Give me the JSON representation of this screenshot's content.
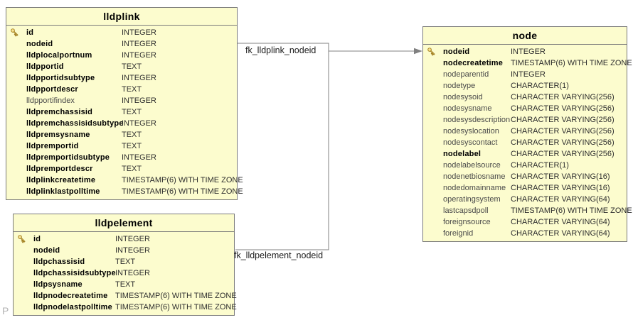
{
  "diagram": {
    "watermark": "P",
    "colors": {
      "background": "#ffffff",
      "table_fill": "#fcfcce",
      "table_border": "#7a7a7a",
      "line": "#808080",
      "text": "#000000",
      "nullable_text": "#4a4a4a",
      "type_text": "#2e2e2e",
      "pk_gold": "#c9a227",
      "watermark": "#b3b3b3"
    },
    "relationships": [
      {
        "label": "fk_lldplink_nodeid",
        "from": "lldplink.nodeid",
        "to": "node.nodeid"
      },
      {
        "label": "fk_lldpelement_nodeid",
        "from": "lldpelement.nodeid",
        "to": "node.nodeid"
      }
    ],
    "tables": [
      {
        "id": "lldplink",
        "title": "lldplink",
        "columns": [
          {
            "name": "id",
            "type": "INTEGER",
            "pk": true
          },
          {
            "name": "nodeid",
            "type": "INTEGER"
          },
          {
            "name": "lldplocalportnum",
            "type": "INTEGER"
          },
          {
            "name": "lldpportid",
            "type": "TEXT"
          },
          {
            "name": "lldpportidsubtype",
            "type": "INTEGER"
          },
          {
            "name": "lldpportdescr",
            "type": "TEXT"
          },
          {
            "name": "lldpportifindex",
            "type": "INTEGER",
            "nullable": true
          },
          {
            "name": "lldpremchassisid",
            "type": "TEXT"
          },
          {
            "name": "lldpremchassisidsubtype",
            "type": "INTEGER"
          },
          {
            "name": "lldpremsysname",
            "type": "TEXT"
          },
          {
            "name": "lldpremportid",
            "type": "TEXT"
          },
          {
            "name": "lldpremportidsubtype",
            "type": "INTEGER"
          },
          {
            "name": "lldpremportdescr",
            "type": "TEXT"
          },
          {
            "name": "lldplinkcreatetime",
            "type": "TIMESTAMP(6) WITH TIME ZONE"
          },
          {
            "name": "lldplinklastpolltime",
            "type": "TIMESTAMP(6) WITH TIME ZONE"
          }
        ]
      },
      {
        "id": "lldpelement",
        "title": "lldpelement",
        "columns": [
          {
            "name": "id",
            "type": "INTEGER",
            "pk": true
          },
          {
            "name": "nodeid",
            "type": "INTEGER"
          },
          {
            "name": "lldpchassisid",
            "type": "TEXT"
          },
          {
            "name": "lldpchassisidsubtype",
            "type": "INTEGER"
          },
          {
            "name": "lldpsysname",
            "type": "TEXT"
          },
          {
            "name": "lldpnodecreatetime",
            "type": "TIMESTAMP(6) WITH TIME ZONE"
          },
          {
            "name": "lldpnodelastpolltime",
            "type": "TIMESTAMP(6) WITH TIME ZONE"
          }
        ]
      },
      {
        "id": "node",
        "title": "node",
        "columns": [
          {
            "name": "nodeid",
            "type": "INTEGER",
            "pk": true
          },
          {
            "name": "nodecreatetime",
            "type": "TIMESTAMP(6) WITH TIME ZONE"
          },
          {
            "name": "nodeparentid",
            "type": "INTEGER",
            "nullable": true
          },
          {
            "name": "nodetype",
            "type": "CHARACTER(1)",
            "nullable": true
          },
          {
            "name": "nodesysoid",
            "type": "CHARACTER VARYING(256)",
            "nullable": true
          },
          {
            "name": "nodesysname",
            "type": "CHARACTER VARYING(256)",
            "nullable": true
          },
          {
            "name": "nodesysdescription",
            "type": "CHARACTER VARYING(256)",
            "nullable": true
          },
          {
            "name": "nodesyslocation",
            "type": "CHARACTER VARYING(256)",
            "nullable": true
          },
          {
            "name": "nodesyscontact",
            "type": "CHARACTER VARYING(256)",
            "nullable": true
          },
          {
            "name": "nodelabel",
            "type": "CHARACTER VARYING(256)"
          },
          {
            "name": "nodelabelsource",
            "type": "CHARACTER(1)",
            "nullable": true
          },
          {
            "name": "nodenetbiosname",
            "type": "CHARACTER VARYING(16)",
            "nullable": true
          },
          {
            "name": "nodedomainname",
            "type": "CHARACTER VARYING(16)",
            "nullable": true
          },
          {
            "name": "operatingsystem",
            "type": "CHARACTER VARYING(64)",
            "nullable": true
          },
          {
            "name": "lastcapsdpoll",
            "type": "TIMESTAMP(6) WITH TIME ZONE",
            "nullable": true
          },
          {
            "name": "foreignsource",
            "type": "CHARACTER VARYING(64)",
            "nullable": true
          },
          {
            "name": "foreignid",
            "type": "CHARACTER VARYING(64)",
            "nullable": true
          }
        ]
      }
    ]
  }
}
